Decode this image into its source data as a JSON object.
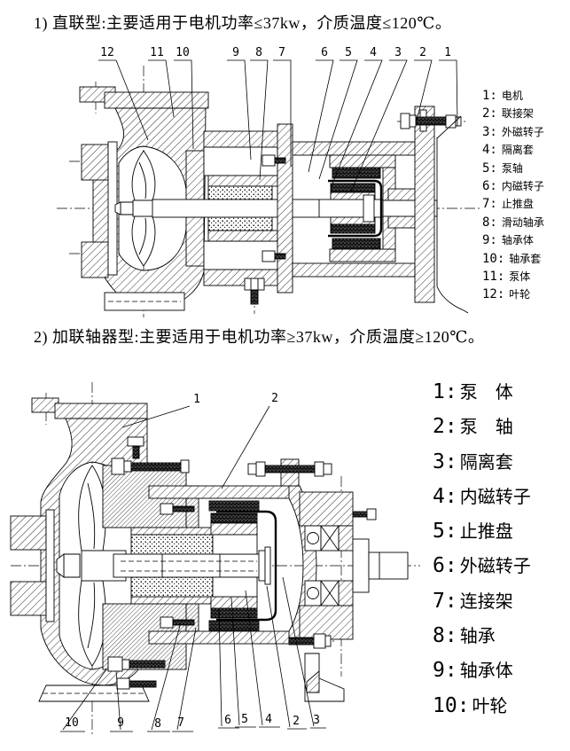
{
  "titles": {
    "section1": "1) 直联型:主要适用于电机功率≤37kw，介质温度≤120℃。",
    "section2": "2) 加联轴器型:主要适用于电机功率≥37kw，介质温度≥120℃。"
  },
  "diagram1": {
    "callouts": [
      "12",
      "11",
      "10",
      "9",
      "8",
      "7",
      "6",
      "5",
      "4",
      "3",
      "2",
      "1"
    ],
    "legend": [
      {
        "num": "1:",
        "label": "电机"
      },
      {
        "num": "2:",
        "label": "联接架"
      },
      {
        "num": "3:",
        "label": "外磁转子"
      },
      {
        "num": "4:",
        "label": "隔离套"
      },
      {
        "num": "5:",
        "label": "泵轴"
      },
      {
        "num": "6:",
        "label": "内磁转子"
      },
      {
        "num": "7:",
        "label": "止推盘"
      },
      {
        "num": "8:",
        "label": "滑动轴承"
      },
      {
        "num": "9:",
        "label": "轴承体"
      },
      {
        "num": "10:",
        "label": "轴承套"
      },
      {
        "num": "11:",
        "label": "泵体"
      },
      {
        "num": "12:",
        "label": "叶轮"
      }
    ]
  },
  "diagram2": {
    "callouts_top": [
      "1",
      "2"
    ],
    "callouts_bottom": [
      "10",
      "9",
      "8",
      "7",
      "6",
      "5",
      "4",
      "2",
      "3"
    ],
    "legend": [
      {
        "num": "1:",
        "label": "泵　体"
      },
      {
        "num": "2:",
        "label": "泵　轴"
      },
      {
        "num": "3:",
        "label": "隔离套"
      },
      {
        "num": "4:",
        "label": "内磁转子"
      },
      {
        "num": "5:",
        "label": "止推盘"
      },
      {
        "num": "6:",
        "label": "外磁转子"
      },
      {
        "num": "7:",
        "label": "连接架"
      },
      {
        "num": "8:",
        "label": "轴承"
      },
      {
        "num": "9:",
        "label": "轴承体"
      },
      {
        "num": "10:",
        "label": "叶轮"
      }
    ]
  },
  "colors": {
    "ink": "#000000",
    "paper": "#ffffff"
  }
}
